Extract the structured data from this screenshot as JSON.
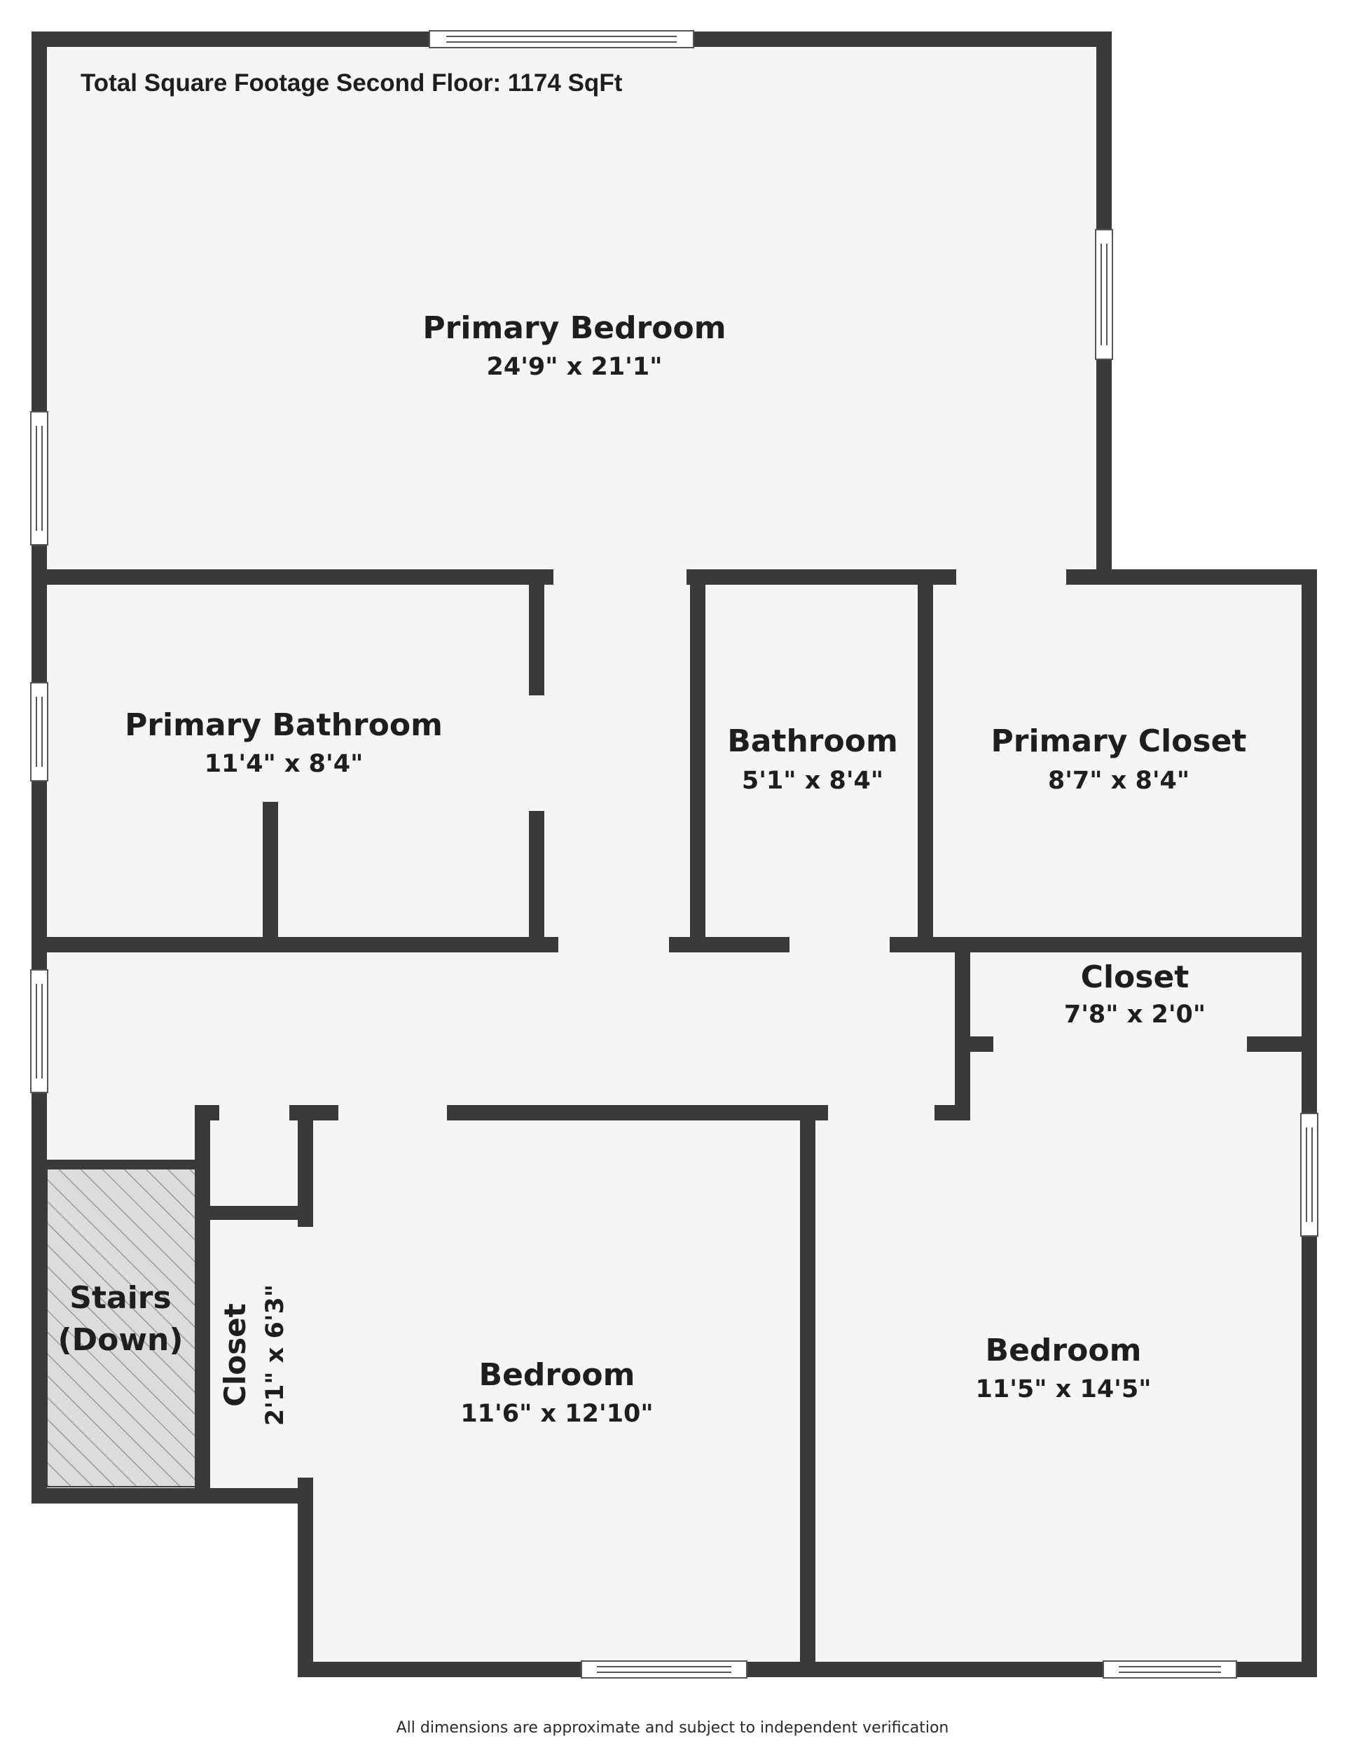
{
  "header": {
    "total_sqft": "Total Square Footage Second Floor: 1174 SqFt"
  },
  "footer": {
    "disclaimer": "All dimensions are approximate and subject to independent verification"
  },
  "colors": {
    "wall": "#3a3a3a",
    "floor": "#f5f5f5",
    "stairs": "#dcdcdc",
    "background": "#ffffff"
  },
  "rooms": {
    "primary_bedroom": {
      "name": "Primary Bedroom",
      "dims": "24'9\" x 21'1\""
    },
    "primary_bathroom": {
      "name": "Primary Bathroom",
      "dims": "11'4\" x 8'4\""
    },
    "bathroom": {
      "name": "Bathroom",
      "dims": "5'1\" x 8'4\""
    },
    "primary_closet": {
      "name": "Primary Closet",
      "dims": "8'7\" x 8'4\""
    },
    "closet_hall": {
      "name": "Closet",
      "dims": "7'8\" x 2'0\""
    },
    "stairs": {
      "line1": "Stairs",
      "line2": "(Down)"
    },
    "closet_small": {
      "name": "Closet",
      "dims": "2'1\" x 6'3\""
    },
    "bedroom_left": {
      "name": "Bedroom",
      "dims": "11'6\" x 12'10\""
    },
    "bedroom_right": {
      "name": "Bedroom",
      "dims": "11'5\" x 14'5\""
    }
  }
}
